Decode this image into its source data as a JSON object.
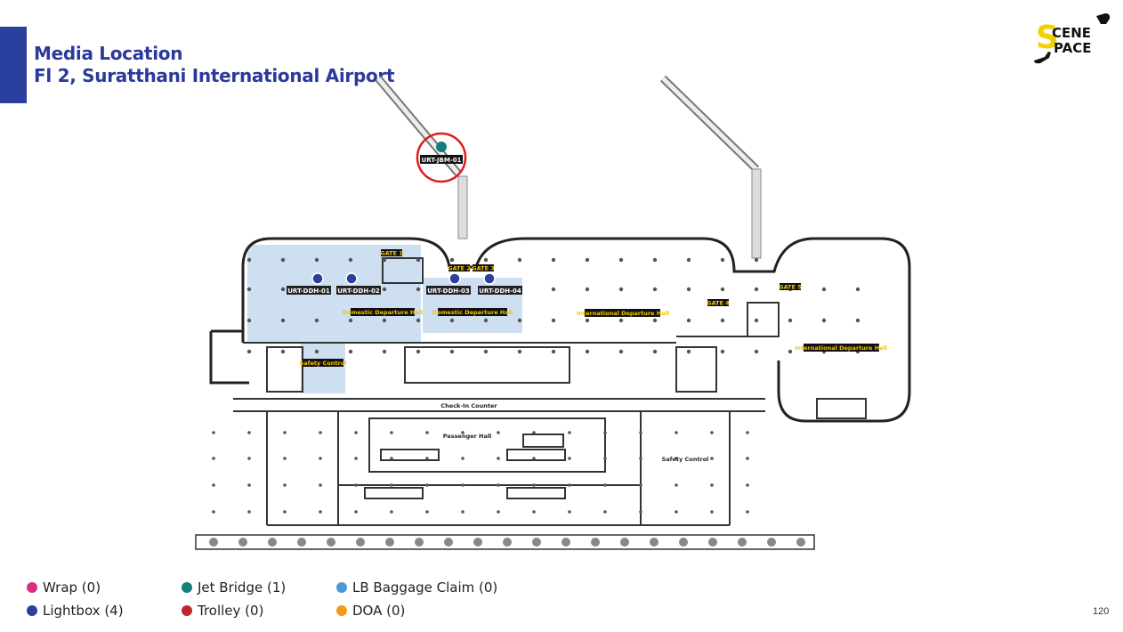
{
  "header": {
    "title_line1": "Media Location",
    "title_line2": "Fl 2, Suratthani International Airport"
  },
  "logo": {
    "text_top": "CENE",
    "text_bottom": "PACE",
    "letter": "S",
    "brand_color": "#f5d000"
  },
  "map": {
    "markers": [
      {
        "id": "URT-DDH-01",
        "type": "Lightbox"
      },
      {
        "id": "URT-DDH-02",
        "type": "Lightbox"
      },
      {
        "id": "URT-DDH-03",
        "type": "Lightbox"
      },
      {
        "id": "URT-DDH-04",
        "type": "Lightbox"
      },
      {
        "id": "URT-JBM-01",
        "type": "Jet Bridge",
        "highlighted": true
      }
    ],
    "areas": {
      "gate1": "GATE 1",
      "gate2": "GATE 2",
      "gate3": "GATE 3",
      "gate4": "GATE 4",
      "gate5": "GATE 5",
      "ddh1": "Domestic Departure Hall",
      "ddh2": "Domestic Departure Hall",
      "idh1": "International Departure Hall",
      "idh2": "International Departure Hall",
      "safety1": "Safety  Control",
      "safety2": "Safety Control",
      "checkin": "Check-In Counter",
      "passenger": "Passenger Hall"
    }
  },
  "legend": [
    {
      "label": "Wrap (0)",
      "color": "#d6307c"
    },
    {
      "label": "Lightbox (4)",
      "color": "#2e3e9e"
    },
    {
      "label": "Jet Bridge (1)",
      "color": "#13807a"
    },
    {
      "label": "Trolley (0)",
      "color": "#c0262c"
    },
    {
      "label": "LB Baggage Claim (0)",
      "color": "#4a9ad6"
    },
    {
      "label": "DOA (0)",
      "color": "#f39a1e"
    }
  ],
  "page_number": "120"
}
